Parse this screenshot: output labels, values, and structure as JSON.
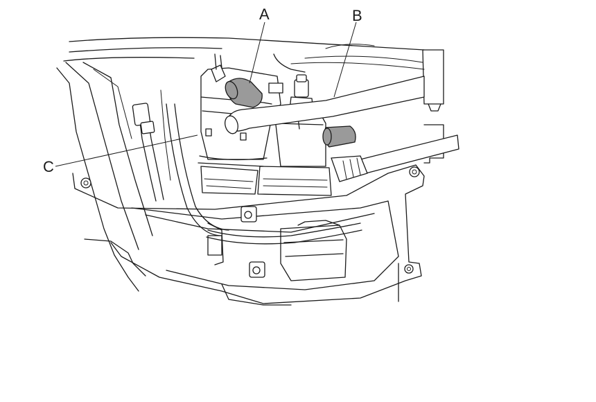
{
  "callouts": {
    "a": "A",
    "b": "B",
    "c": "C"
  },
  "colors": {
    "line": "#1a1a1a",
    "shaded_part": "#9a9a9a",
    "background": "#ffffff"
  }
}
